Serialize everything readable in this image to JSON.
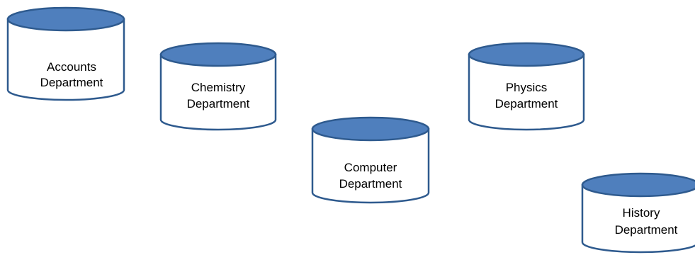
{
  "diagram": {
    "type": "database-cylinders",
    "colors": {
      "top_fill": "#4f7fbd",
      "outline": "#2e5a8e",
      "body_fill": "#ffffff",
      "text": "#000000"
    },
    "nodes": [
      {
        "id": "accounts",
        "line1": "Accounts",
        "line2": "Department"
      },
      {
        "id": "chemistry",
        "line1": "Chemistry",
        "line2": "Department"
      },
      {
        "id": "computer",
        "line1": "Computer",
        "line2": "Department"
      },
      {
        "id": "physics",
        "line1": "Physics",
        "line2": "Department"
      },
      {
        "id": "history",
        "line1": "History",
        "line2": "Department"
      }
    ]
  }
}
